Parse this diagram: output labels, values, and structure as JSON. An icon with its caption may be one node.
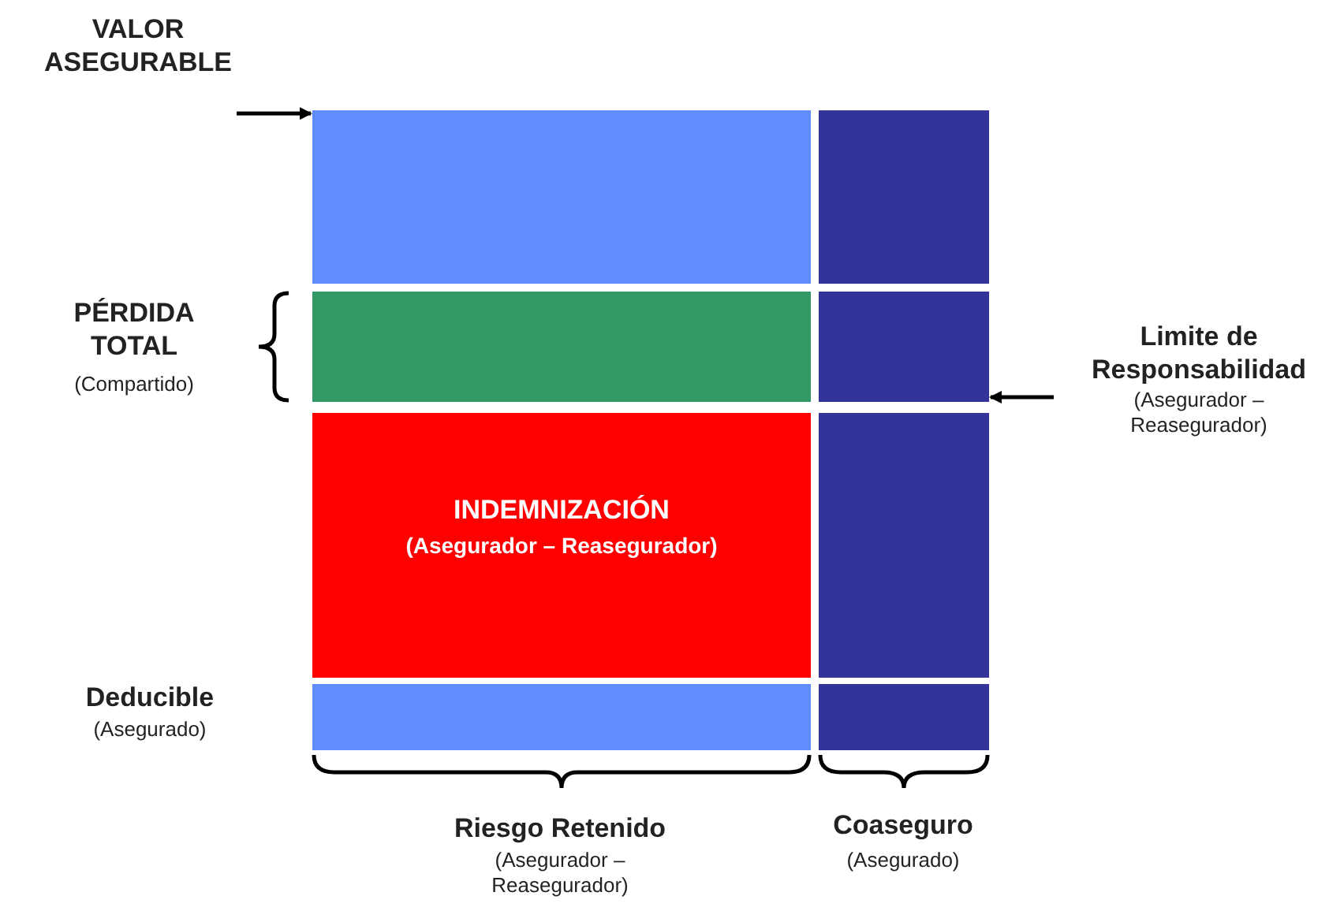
{
  "diagram": {
    "nodes": [
      {
        "text": [
          "VALOR ASEGURABLE"
        ]
      },
      {
        "text": [],
        "shape": "box"
      },
      {
        "text": [],
        "shape": "box"
      },
      {
        "text": [],
        "shape": "box"
      },
      {
        "text": [],
        "shape": "box"
      },
      {
        "text": [
          "INDEMNIZACIÓN",
          "(Asegurador – Reasegurador)"
        ]
      },
      {
        "text": [],
        "shape": "box"
      },
      {
        "text": [],
        "shape": "box"
      },
      {
        "text": [],
        "shape": "box"
      },
      {
        "text": [
          "Limite de Responsabilidad",
          "(Asegurador – Reasegurador)"
        ]
      }
    ],
    "edges": [
      {
        "from": 0,
        "to": 1,
        "arrow": "to"
      },
      {
        "from": 9,
        "to": 4,
        "arrow": "to"
      }
    ],
    "labels": [
      "PÉRDIDA TOTAL",
      "(Compartido)",
      "Deducible",
      "(Asegurado)",
      "Riesgo Retenido",
      "(Asegurador – Reasegurador)",
      "Coaseguro",
      "(Asegurado)"
    ]
  }
}
